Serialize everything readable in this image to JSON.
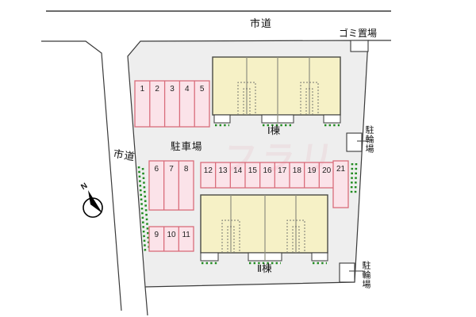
{
  "site_plan": {
    "road_top_label": "市道",
    "road_left_label": "市道",
    "garbage_label": "ゴミ置場",
    "bicycle_upper_label": "駐輪場",
    "bicycle_lower_label": "駐輪場",
    "parking_lot_label": "駐車場",
    "building1_label": "Ⅰ棟",
    "building2_label": "Ⅱ棟",
    "compass_label": "N",
    "watermark": "フラリ",
    "parking_groups": [
      {
        "numbers": [
          "1",
          "2",
          "3",
          "4",
          "5"
        ]
      },
      {
        "numbers": [
          "6",
          "7",
          "8"
        ]
      },
      {
        "numbers": [
          "9",
          "10",
          "11"
        ]
      },
      {
        "numbers": [
          "12",
          "13",
          "14",
          "15",
          "16",
          "17",
          "18",
          "19",
          "20"
        ]
      },
      {
        "numbers": [
          "21"
        ]
      }
    ],
    "colors": {
      "site_fill": "#eeeeee",
      "boundary": "#3a3a3a",
      "parking_fill": "#fbe3e9",
      "parking_stroke": "#d96c7b",
      "building_fill": "#f6f1c6",
      "building_stroke": "#4a4a44",
      "divider": "#8f8f80",
      "stair_dash": "#777770",
      "hedge_green": "#1f8b1f",
      "number_color": "#222222"
    }
  }
}
